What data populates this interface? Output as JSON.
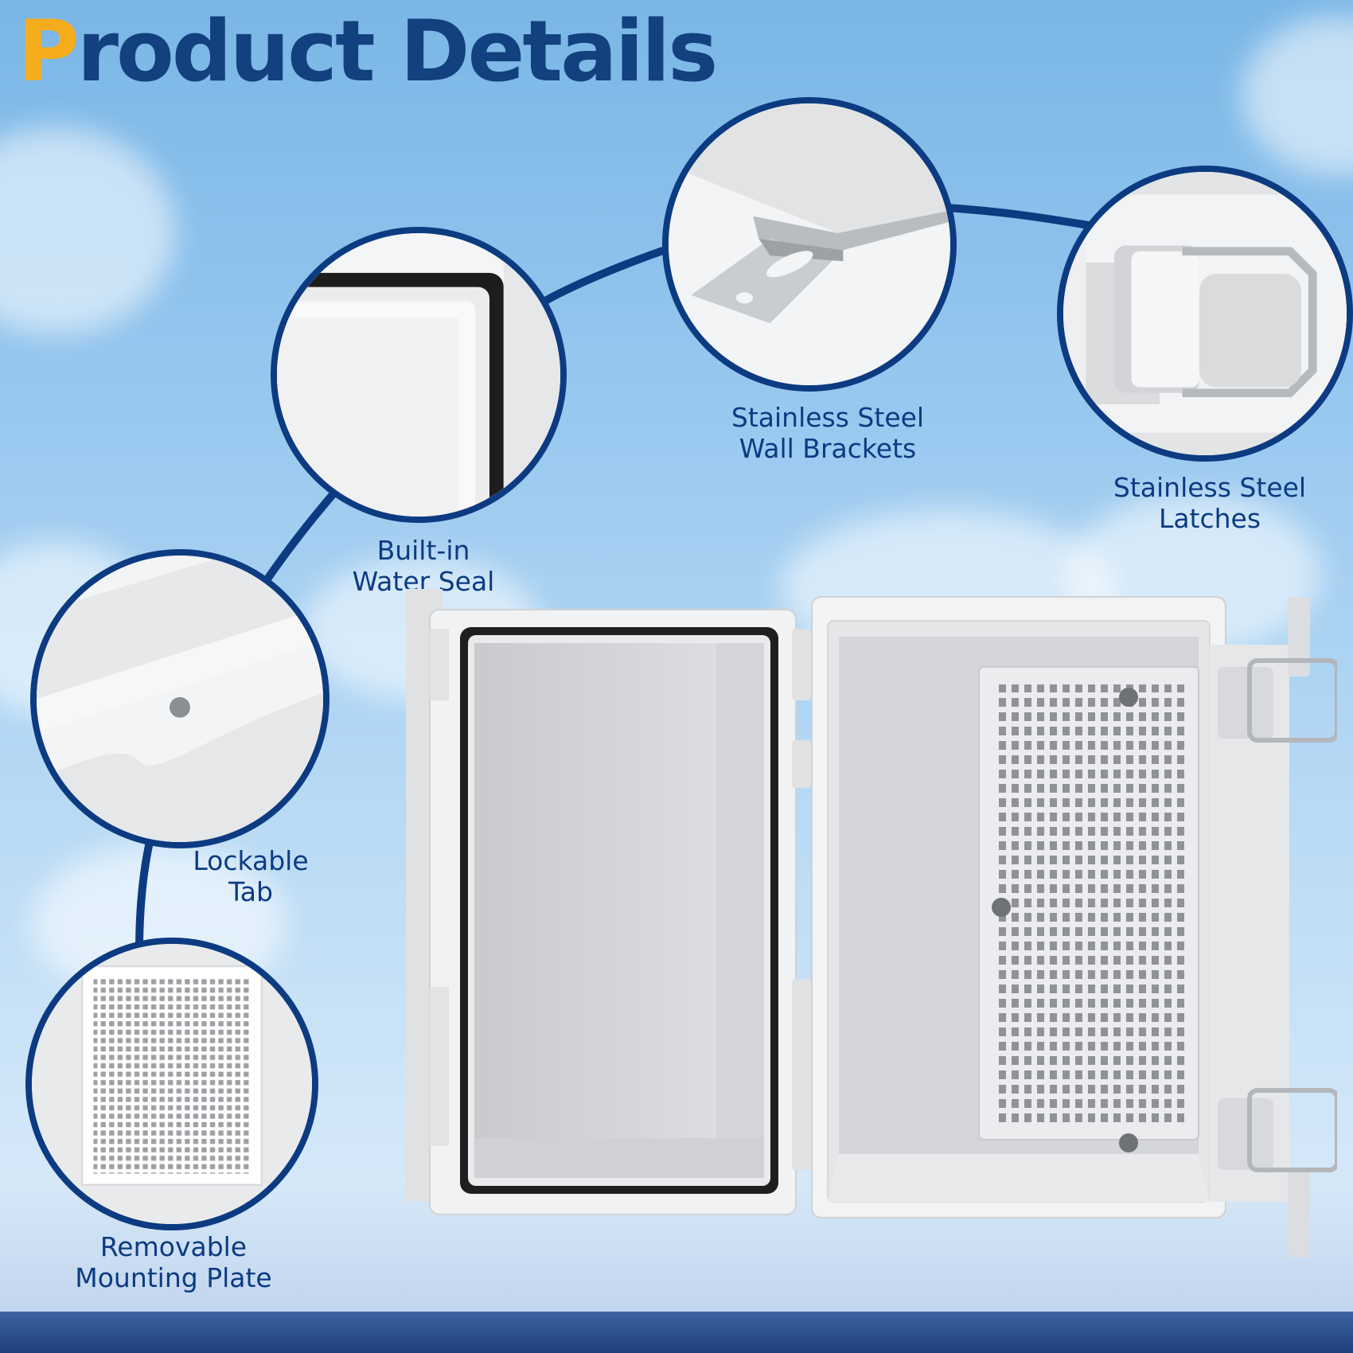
{
  "title": {
    "first_letter": "P",
    "rest": "roduct Details"
  },
  "features": {
    "water_seal": {
      "line1": "Built-in",
      "line2": "Water Seal"
    },
    "wall_brackets": {
      "line1": "Stainless Steel",
      "line2": "Wall Brackets"
    },
    "latches": {
      "line1": "Stainless Steel",
      "line2": "Latches"
    },
    "lockable_tab": {
      "line1": "Lockable",
      "line2": "Tab"
    },
    "mounting_plate": {
      "line1": "Removable",
      "line2": "Mounting Plate"
    }
  },
  "colors": {
    "accent_orange": "#f6ad1d",
    "navy": "#0c3b82",
    "sky": "#98c8ef"
  }
}
